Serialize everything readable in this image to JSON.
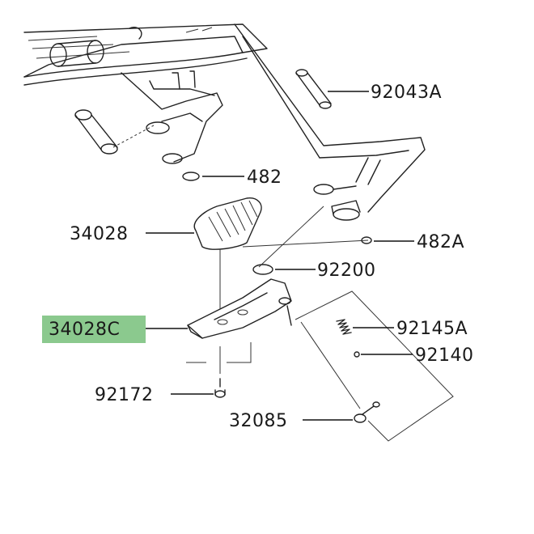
{
  "highlight_color": "#8bc98e",
  "parts": {
    "p92043A": "92043A",
    "p482_upper": "482",
    "p34028": "34028",
    "p482A": "482A",
    "p92200": "92200",
    "p34028C": "34028C",
    "p92145A": "92145A",
    "p92140": "92140",
    "p92172": "92172",
    "p32085": "32085"
  },
  "selected_part": "34028C"
}
